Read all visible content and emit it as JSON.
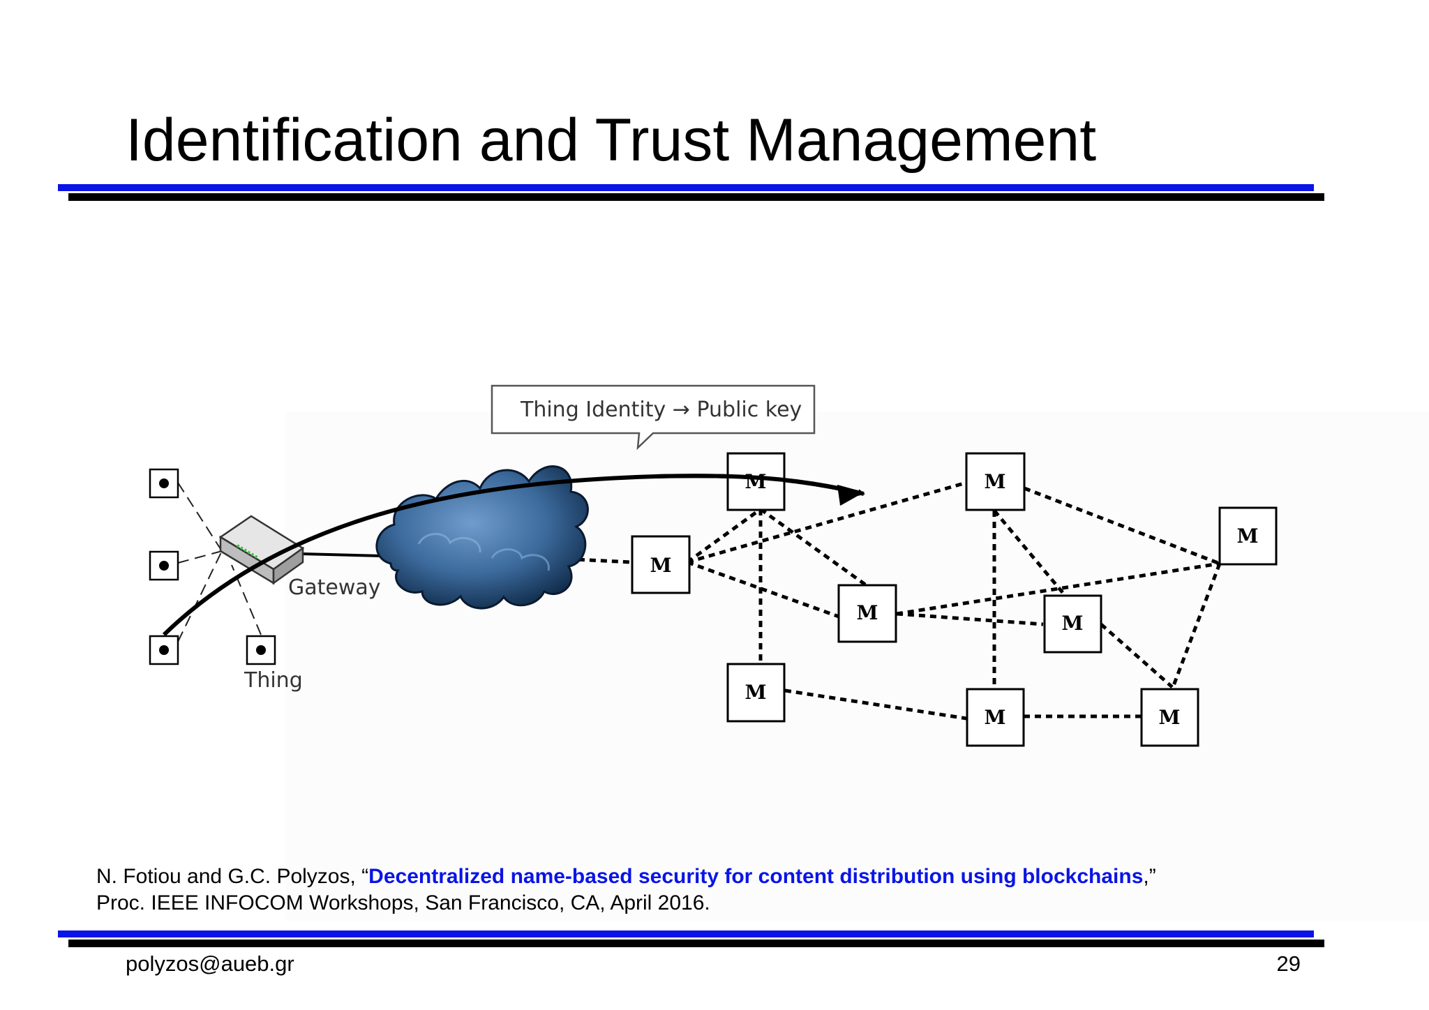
{
  "slide": {
    "title": "Identification and Trust Management",
    "page_number": "29",
    "email": "polyzos@aueb.gr"
  },
  "colors": {
    "accent_blue": "#0a14e6",
    "rule_black": "#000000",
    "cloud": "#3c6a9c"
  },
  "diagram": {
    "callout": "Thing Identity → Public key",
    "gateway_label": "Gateway",
    "thing_label": "Thing",
    "node_label": "M"
  },
  "reference": {
    "authors": "N. Fotiou and G.C. Polyzos, “",
    "title": "Decentralized name-based security for content distribution using blockchains",
    "after_title": ",”",
    "venue": "Proc. IEEE INFOCOM Workshops, San Francisco, CA, April 2016."
  }
}
